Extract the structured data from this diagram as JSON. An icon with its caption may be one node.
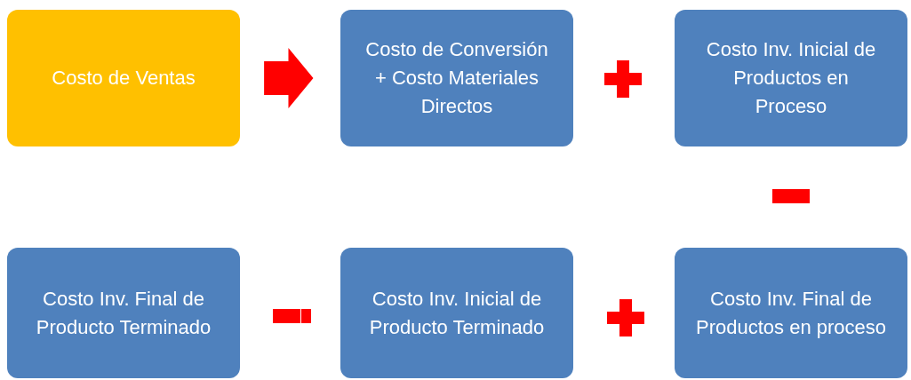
{
  "diagram": {
    "nodes": [
      {
        "text": [
          "Costo de Ventas"
        ]
      },
      {
        "text": [
          "Costo de Conversión + Costo Materiales Directos"
        ]
      },
      {
        "text": [
          "Costo Inv. Inicial de Productos en Proceso"
        ]
      },
      {
        "text": [
          "Costo Inv. Final de Producto Terminado"
        ]
      },
      {
        "text": [
          "Costo Inv. Inicial de Producto Terminado"
        ]
      },
      {
        "text": [
          "Costo Inv. Final de Productos en proceso"
        ]
      }
    ],
    "edges": [
      {
        "from": 0,
        "to": 1,
        "arrow": "to"
      }
    ]
  }
}
